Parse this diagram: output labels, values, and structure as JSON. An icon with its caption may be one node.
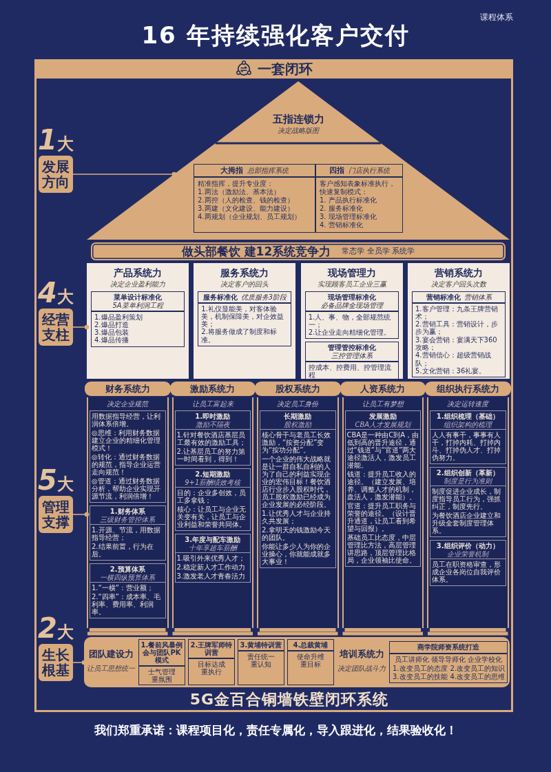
{
  "diagram": {
    "title": "16 年持续强化客户交付",
    "nodes": [
      {
        "text": [
          "一套闭环"
        ]
      },
      {
        "text": [
          "五指连锁力",
          "决定战略版图"
        ],
        "in": 0
      },
      {
        "text": [
          "大拇指",
          "总部指挥系统",
          "精准指挥，提升专业度：",
          "1.两法（激励法、基本法）",
          "2.两控（人的检查、钱的检查）",
          "3.两建（文化建设、能力建设）",
          "4.两规划（企业规划、员工规划）"
        ],
        "in": 1
      },
      {
        "text": [
          "四指",
          "门店执行系统",
          "客户感知表象标准执行，快速复制模式：",
          "1. 产品执行标准化",
          "2. 服务标准化",
          "3. 现场管理标准化",
          "4. 营销标准化"
        ],
        "in": 1
      },
      {
        "text": [
          "做头部餐饮 建12系统竞争力",
          "常态学 全员学 系统学"
        ],
        "in": 0
      },
      {
        "text": [
          "产品系统力",
          "决定企业盈利能力"
        ],
        "in": 0
      },
      {
        "text": [
          "菜单设计标准化",
          "5A菜单利润工程",
          "1.爆品盈利策划",
          "2.爆品打造",
          "3.爆品包装",
          "4.爆品传播"
        ],
        "in": 5
      },
      {
        "text": [
          "服务系统力",
          "决定客户的回头"
        ],
        "in": 0
      },
      {
        "text": [
          "服务标准化",
          "优质服务3阶段",
          "1.礼仪显能美，对客体验美，机制保障美，对企效益美；",
          "2.将服务做成了制度和标准。"
        ],
        "in": 7
      },
      {
        "text": [
          "现场管理力",
          "实现顾客员工企业三赢"
        ],
        "in": 0
      },
      {
        "text": [
          "现场管理标准化",
          "必备品牌全现场管理",
          "1.人、事、物，全部规范统一；",
          "2.让企业走向精细化管理。"
        ],
        "in": 9
      },
      {
        "text": [
          "管理管控标准化",
          "三控管理体系",
          "控成本、控费用、控管理流程"
        ],
        "in": 9
      },
      {
        "text": [
          "营销系统力",
          "决定客户回头次数"
        ],
        "in": 0
      },
      {
        "text": [
          "营销标准化",
          "营销体系",
          "1.客户管理：九条王牌营销术；",
          "2.营销工具：营销设计，步步为赢；",
          "3.宴会营销：宴满天下360攻略；",
          "4.营销信心：超级营销战队；",
          "5.文化营销：36礼宴。"
        ],
        "in": 12
      },
      {
        "text": [
          "财务系统力",
          "决定企业规范"
        ],
        "in": 0
      },
      {
        "text": [
          "用数据指导经营，让利润体系倍增。",
          "◎思维：利用财务数据建立企业的精细化管理模式！",
          "◎转化：通过财务数据的规范，指导企业运营走向规范！",
          "◎管道：通过财务数据分析，帮助企业实现开源节流，利润倍增！"
        ],
        "in": 14
      },
      {
        "text": [
          "1.财务体系",
          "三级财务管控体系",
          "1.开源、节流，用数据指导经营；",
          "2.结果前置，行为在后。"
        ],
        "in": 14
      },
      {
        "text": [
          "2.预算体系",
          "一横四纵预算体系",
          "1.“一横”：营业额；",
          "2.“四率”：成本率、毛利率、费用率、利润率。"
        ],
        "in": 14
      },
      {
        "text": [
          "激励系统力",
          "让员工富起来"
        ],
        "in": 0
      },
      {
        "text": [
          "1.即时激励",
          "激励不隔夜",
          "1.针对餐饮酒店基层员工最有效的激励工具；",
          "2.让基层员工的努力第一时间看到，得到！"
        ],
        "in": 18
      },
      {
        "text": [
          "2.短期激励",
          "9+1薪酬绩效考核",
          "目的：企业多创效，员工多拿钱；",
          "核心：让员工与企业无关变有关，让员工与企业利益和荣誉共同体。"
        ],
        "in": 18
      },
      {
        "text": [
          "3.年度与配车激励",
          "十年享超车薪酬",
          "1.吸引外来优秀人才；",
          "2.稳定新人才工作动力",
          "3.激发老人才青春活力"
        ],
        "in": 18
      },
      {
        "text": [
          "股权系统力",
          "决定员工身份"
        ],
        "in": 0
      },
      {
        "text": [
          "长期激励",
          "股权激励",
          "核心骨干与老员工长效激励，“按资分配”变为“按功分配”。",
          "一个企业的伟大战略就是让一群自私自利的人为了自己的利益实现企业的宏伟目标！餐饮酒店行业步入股权时代，员工股权激励已经成为企业发展的必经阶段。",
          "1.让优秀人才与企业持久共发展；",
          "2.拿明天的钱激励今天的团队。",
          "你能让多少人为你的企业操心，你就能成就多大事业！"
        ],
        "in": 22
      },
      {
        "text": [
          "人资系统力",
          "让员工有梦想"
        ],
        "in": 0
      },
      {
        "text": [
          "发展激励",
          "CBA人才发展规划",
          "CBA是一种由C到A，由低到高的晋升途径，通过“钱道”与“官道”两大途径激活人，激发员工潜能。",
          "钱道：提升员工收入的途径。（建立发展、培养、调整人才的机制，盘活人，激发潜能）。",
          "官道：提升员工职务与荣誉的途径。（设计晋升通道，让员工看到希望与回报）。",
          "基础员工比态度，中层管理比方法，高层管理讲思路，顶层管理比格局，企业领袖比使命。"
        ],
        "in": 24
      },
      {
        "text": [
          "组织执行系统力",
          "决定运转速度"
        ],
        "in": 0
      },
      {
        "text": [
          "1.组织梳理（基础）",
          "组织架构的梳理",
          "人人有事干，事事有人干，打掉内耗、打掉内斗、打掉伪人才、打掉伪努力。"
        ],
        "in": 26
      },
      {
        "text": [
          "2.组织创新（革新）",
          "制度是行为准则",
          "制度促进企业成长，制度指导员工行为，强抓纠正，制度先行。",
          "为餐饮酒店企业建立和升级全套制度管理体系。"
        ],
        "in": 26
      },
      {
        "text": [
          "3.组织评价（动力）",
          "企业荣誉机制",
          "员工在职资格审查，形成企业各岗位自我评价体系。"
        ],
        "in": 26
      },
      {
        "text": [
          "团队建设力",
          "让员工思想统一",
          "培训系统力",
          "决定团队战斗力"
        ],
        "in": 0
      },
      {
        "text": [
          "1.餐前风暴例会与团队PK模式",
          "士气管理",
          "重氛围"
        ],
        "in": 30
      },
      {
        "text": [
          "2.王牌军师特训营",
          "目标达成",
          "重执行"
        ],
        "in": 30
      },
      {
        "text": [
          "3.黄埔特训营",
          "责任统一",
          "重认知"
        ],
        "in": 30
      },
      {
        "text": [
          "4.总裁黄埔",
          "使命升维",
          "重目标"
        ],
        "in": 30
      },
      {
        "text": [
          "商学院师资系统打造",
          "员工讲师化 领导导师化 企业学校化",
          "1.改变员工的态度",
          "2.改变员工的知识",
          "3.改变员工的技能",
          "4.改变员工的思维"
        ],
        "in": 30
      },
      {
        "text": [
          "1大",
          "发展方向"
        ],
        "in": 0
      },
      {
        "text": [
          "4大",
          "经营支柱"
        ],
        "in": 0
      },
      {
        "text": [
          "5大",
          "管理支撑"
        ],
        "in": 0
      },
      {
        "text": [
          "2大",
          "生长根基"
        ],
        "in": 0
      }
    ],
    "edges": [
      {
        "from": 36,
        "to": 1,
        "arrow": "other"
      },
      {
        "from": 37,
        "to": 5,
        "arrow": "other"
      },
      {
        "from": 38,
        "to": 14,
        "arrow": "other"
      },
      {
        "from": 39,
        "to": 30,
        "arrow": "other"
      }
    ],
    "labels": [
      "课程体系",
      "5G金百合铜墙铁壁闭环系统",
      "我们郑重承诺：课程项目化，责任专属化，导入跟进化，结果验收化！"
    ]
  }
}
